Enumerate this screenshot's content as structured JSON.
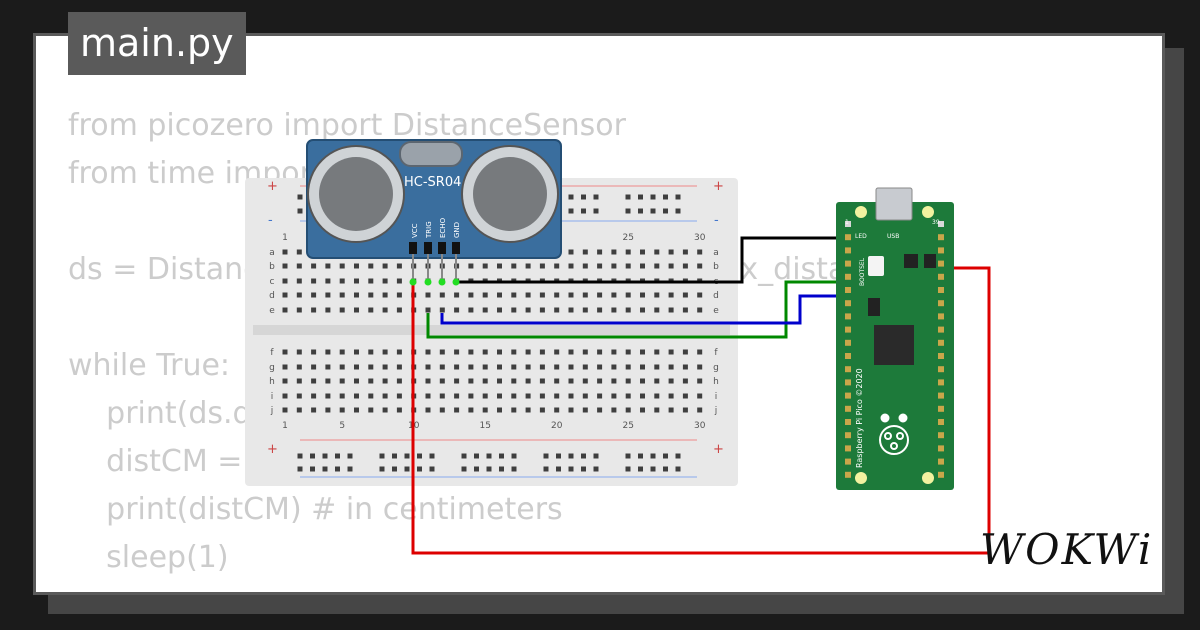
{
  "file": {
    "name": "main.py"
  },
  "code": {
    "lines": [
      "from picozero import DistanceSensor",
      "from time import sleep",
      "",
      "ds = DistanceSensor(echo=3, trigger=2, max_distance=1)",
      "",
      "while True:",
      "    print(ds.distance)",
      "    distCM = ds.distance * 100",
      "    print(distCM) # in centimeters",
      "    sleep(1)"
    ]
  },
  "breadboard": {
    "row_labels": [
      "a",
      "b",
      "c",
      "d",
      "e",
      "f",
      "g",
      "h",
      "i",
      "j"
    ],
    "col_numbers": [
      "1",
      "5",
      "10",
      "15",
      "20",
      "25",
      "30"
    ],
    "plus": "+",
    "minus": "-"
  },
  "sensor": {
    "label": "HC-SR04",
    "pins": [
      "VCC",
      "TRIG",
      "ECHO",
      "GND"
    ]
  },
  "pico": {
    "led": "LED",
    "usb": "USB",
    "bootsel": "BOOTSEL",
    "board_text": "Raspberry Pi Pico ©2020",
    "pin_numbers": [
      "1",
      "39"
    ]
  },
  "wires": {
    "gnd": "#000000",
    "trig": "#008800",
    "echo": "#0000cc",
    "vcc": "#dd0000"
  },
  "brand": {
    "logo": "WOKWi"
  }
}
